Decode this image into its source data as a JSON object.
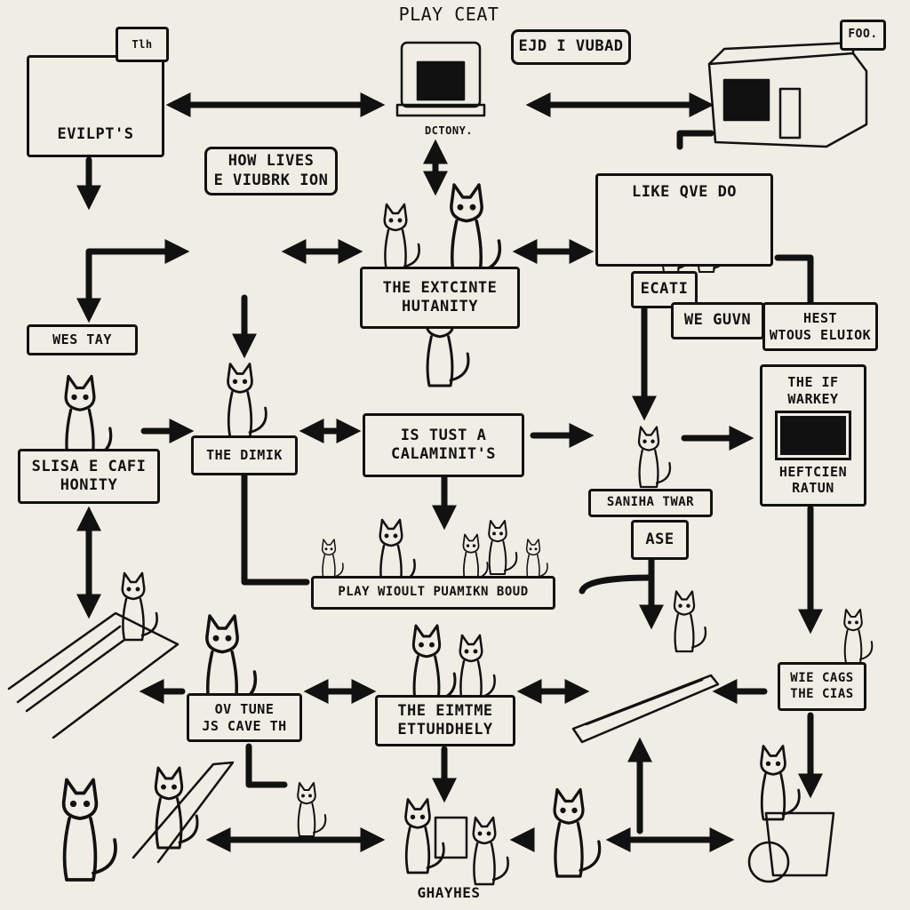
{
  "title": "PLAY CEAT",
  "nodes": {
    "evilpts": {
      "label": "EVILPT'S",
      "sign": "Tlh"
    },
    "dctony": {
      "label": "DCTONY."
    },
    "speech_top": {
      "label": "EJD I VUBAD"
    },
    "foo": {
      "label": "FOO."
    },
    "how_lives": {
      "line1": "HOW LIVES",
      "line2": "E VIUBRK ION"
    },
    "like_qve": {
      "label": "LIKE QVE DO"
    },
    "extcinte": {
      "line1": "THE EXTCINTE",
      "line2": "HUTANITY"
    },
    "ecati": {
      "label": "ECATI"
    },
    "we_guvn": {
      "label": "WE GUVN"
    },
    "hest": {
      "line1": "HEST",
      "line2": "WTOUS ELUIOK"
    },
    "wes_tay": {
      "label": "WES TAY"
    },
    "warkey": {
      "line1": "THE IF",
      "line2": "WARKEY",
      "line3": "HEFTCIEN",
      "line4": "RATUN"
    },
    "slisa": {
      "line1": "SLISA E CAFI",
      "line2": "HONITY"
    },
    "dimik": {
      "label": "THE DIMIK"
    },
    "is_tust": {
      "line1": "IS TUST A",
      "line2": "CALAMINIT'S"
    },
    "saniha": {
      "label": "SANIHA TWAR"
    },
    "ase": {
      "label": "ASE"
    },
    "play_wioult": {
      "label": "PLAY WIOULT PUAMIKN BOUD"
    },
    "ov_tune": {
      "line1": "OV TUNE",
      "line2": "JS CAVE TH"
    },
    "eimtme": {
      "line1": "THE EIMTME",
      "line2": "ETTUHDHELY"
    },
    "wie_cags": {
      "line1": "WIE CAGS",
      "line2": "THE CIAS"
    },
    "ghayhes": {
      "label": "GHAYHES"
    }
  },
  "colors": {
    "ink": "#111111",
    "paper": "#efede4"
  }
}
